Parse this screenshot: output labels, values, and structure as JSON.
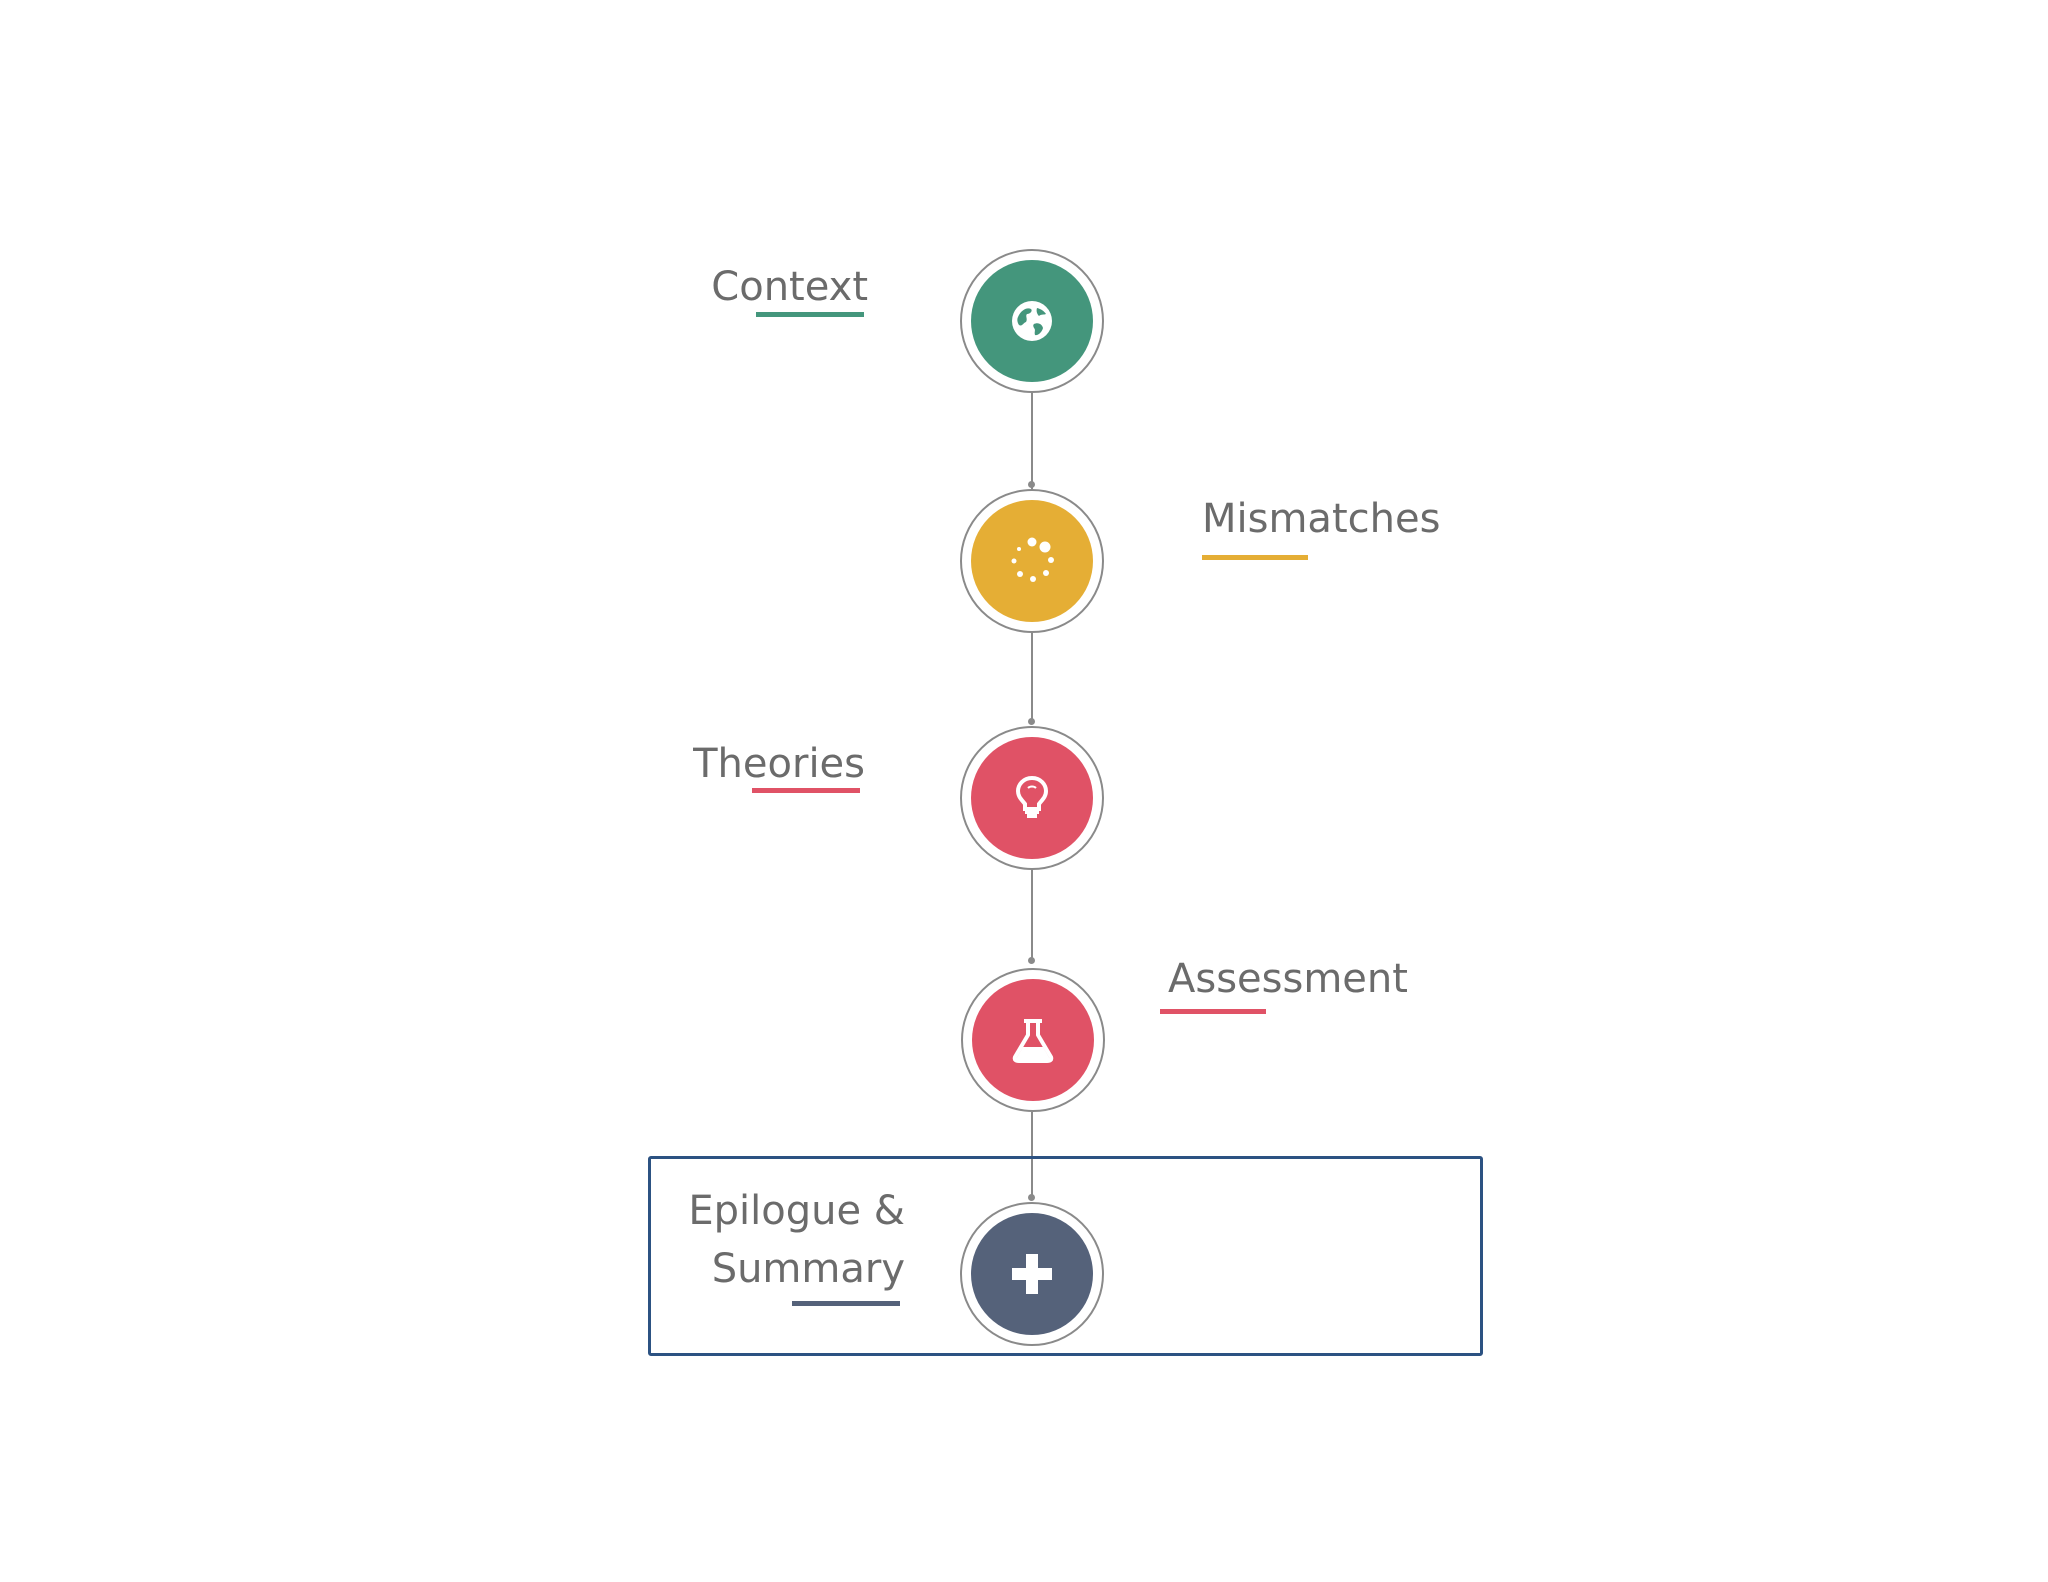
{
  "steps": [
    {
      "label": "Context",
      "icon": "globe-icon",
      "color": "#44967c"
    },
    {
      "label": "Mismatches",
      "icon": "loading-spinner-icon",
      "color": "#e5ae35"
    },
    {
      "label": "Theories",
      "icon": "lightbulb-icon",
      "color": "#e05266"
    },
    {
      "label": "Assessment",
      "icon": "flask-icon",
      "color": "#e05266"
    },
    {
      "label_line1": "Epilogue &",
      "label_line2": "Summary",
      "icon": "plus-icon",
      "color": "#55627a"
    }
  ],
  "selected_step": 5
}
